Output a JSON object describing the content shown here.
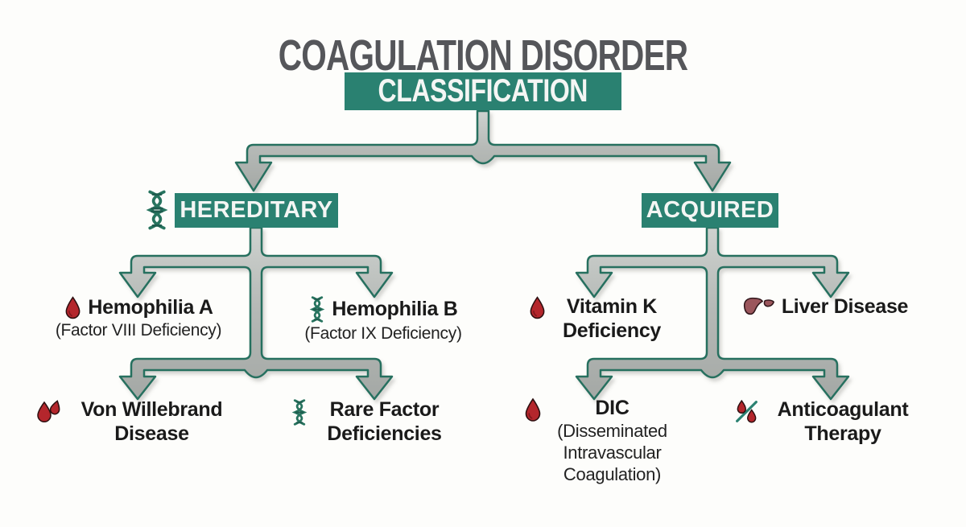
{
  "title": {
    "line1": "COAGULATION DISORDER",
    "line2": "CLASSIFICATION"
  },
  "hereditary": {
    "label": "HEREDITARY",
    "icon": "dna",
    "children": {
      "hemophilia_a": {
        "icon": "blood-drop",
        "title": "Hemophilia A",
        "subtitle": "(Factor VIII Deficiency)"
      },
      "hemophilia_b": {
        "icon": "dna",
        "title": "Hemophilia B",
        "subtitle": "(Factor IX Deficiency)"
      },
      "von_willebrand": {
        "icon": "blood-drop-double",
        "title": "Von Willebrand Disease"
      },
      "rare_factor": {
        "icon": "dna",
        "title": "Rare Factor Deficiencies"
      }
    }
  },
  "acquired": {
    "label": "ACQUIRED",
    "children": {
      "vitamin_k": {
        "icon": "blood-drop",
        "title": "Vitamin K Deficiency"
      },
      "liver_disease": {
        "icon": "liver",
        "title": "Liver Disease"
      },
      "dic": {
        "icon": "blood-drop",
        "title": "DIC",
        "subtitle": "(Disseminated Intravascular Coagulation)"
      },
      "anticoagulant": {
        "icon": "anticoagulant-slash",
        "title": "Anticoagulant Therapy"
      }
    }
  },
  "colors": {
    "teal": "#2a8171",
    "arrow_fill": "#b6bab7",
    "arrow_outline": "#28705f",
    "title_gray": "#55565a",
    "text_black": "#1a1a1a",
    "blood_red": "#b4262c",
    "liver_brown": "#9b565c",
    "background": "#fdfdfb"
  }
}
